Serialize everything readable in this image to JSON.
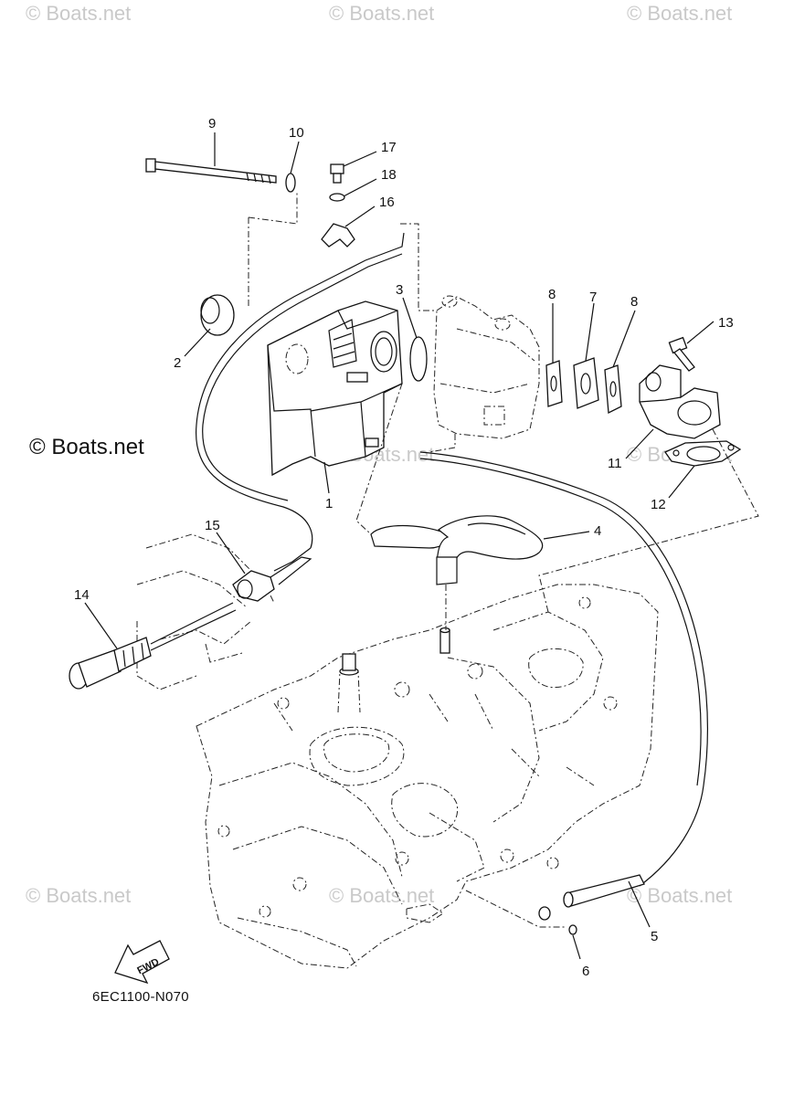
{
  "watermarks": {
    "top_left": "© Boats.net",
    "top_center": "© Boats.net",
    "top_right": "© Boats.net",
    "main": "© Boats.net",
    "mid_center": "© Boats.net",
    "mid_right": "© Boats.net",
    "bottom_left": "© Boats.net",
    "bottom_center": "© Boats.net",
    "bottom_right": "© Boats.net"
  },
  "diagram_code": "6EC1100-N070",
  "fwd_label": "FWD",
  "callouts": {
    "c1": "1",
    "c2": "2",
    "c3": "3",
    "c4": "4",
    "c5": "5",
    "c6": "6",
    "c7": "7",
    "c8a": "8",
    "c8b": "8",
    "c9": "9",
    "c10": "10",
    "c11": "11",
    "c12": "12",
    "c13": "13",
    "c14": "14",
    "c15": "15",
    "c16": "16",
    "c17": "17",
    "c18": "18"
  },
  "colors": {
    "line": "#111111",
    "watermark": "#c9c9c9",
    "background": "#ffffff"
  }
}
